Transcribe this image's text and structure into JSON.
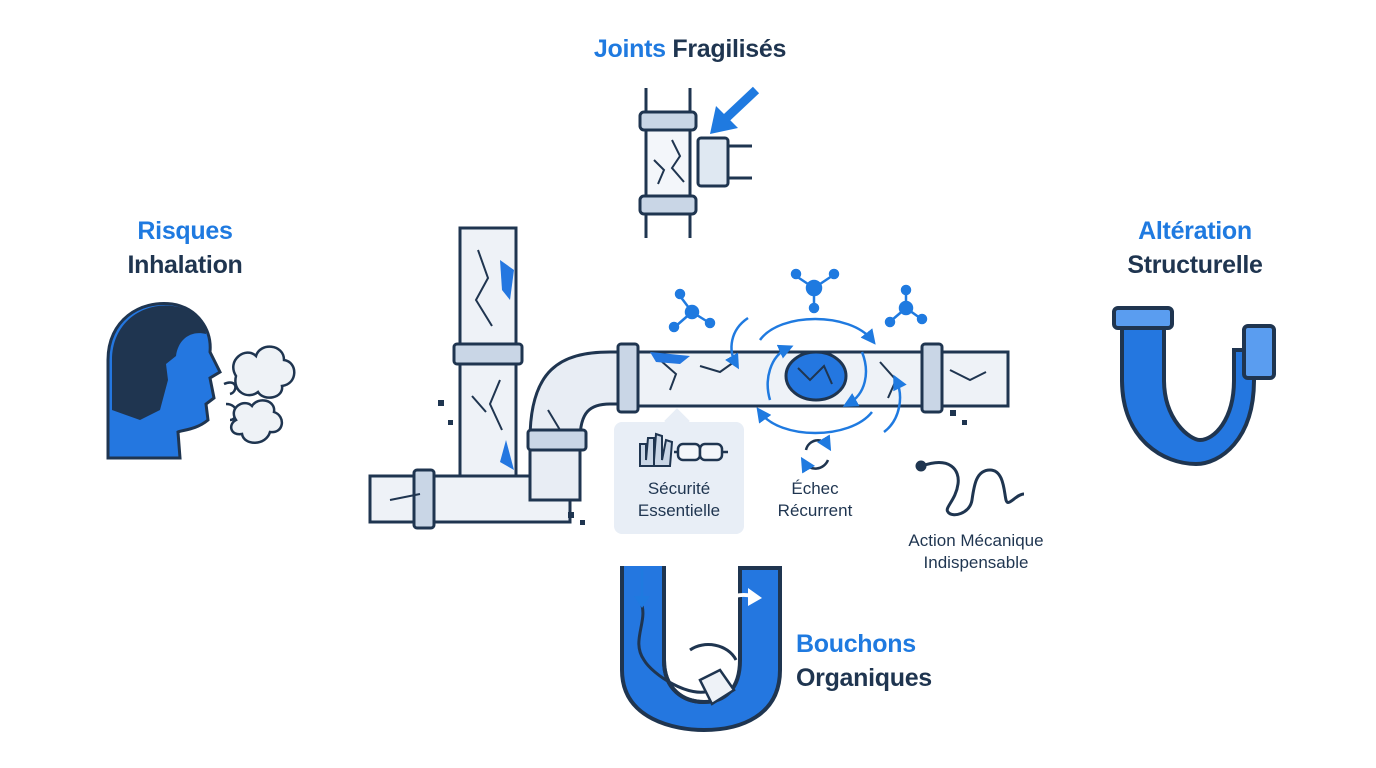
{
  "joints": {
    "accent": "Joints",
    "rest": "Fragilisés"
  },
  "risques": {
    "line1": "Risques",
    "line2": "Inhalation"
  },
  "alteration": {
    "line1": "Altération",
    "line2": "Structurelle"
  },
  "bouchons": {
    "line1": "Bouchons",
    "line2": "Organiques"
  },
  "securite": {
    "line1": "Sécurité",
    "line2": "Essentielle"
  },
  "echec": {
    "line1": "Échec",
    "line2": "Récurrent"
  },
  "action": {
    "line1": "Action Mécanique",
    "line2": "Indispensable"
  },
  "colors": {
    "accent": "#1f7ae0",
    "dark": "#1f3550",
    "pipe": "#e9eef4",
    "panel": "#e8eef6"
  },
  "icons": [
    "cracked-joint-icon",
    "person-inhaling-icon",
    "p-trap-icon",
    "clogged-u-trap-icon",
    "gloves-icon",
    "goggles-icon",
    "recycle-arrows-icon",
    "snake-auger-icon",
    "molecule-icon",
    "cracked-pipe-icon"
  ]
}
